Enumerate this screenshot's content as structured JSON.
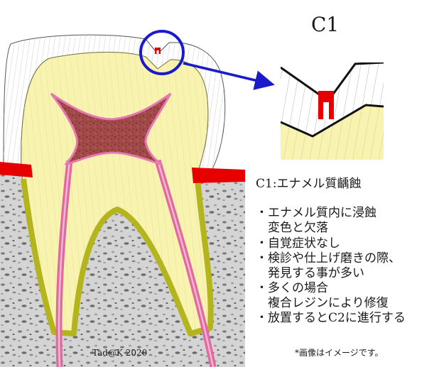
{
  "title": "C1",
  "heading": "C1:エナメル質齲蝕",
  "bullets": [
    "・エナメル質内に浸蝕",
    "　変色と欠落",
    "・自覚症状なし",
    "・検診や仕上げ磨きの際、",
    "　発見する事が多い",
    "・多くの場合",
    "　複合レジンにより修復",
    "・放置するとC2に進行する"
  ],
  "credit": "Tad@K 2020",
  "note": "*画像はイメージです。",
  "colors": {
    "gum": "#e60000",
    "enamel": "#ffffff",
    "dentin": "#f8f4b0",
    "cementum": "#b4b41e",
    "pulp": "#a24a4a",
    "canal": "#e06aa0",
    "bone": "#cfcfcf",
    "highlight": "#1a1acc",
    "cavity": "#e60000"
  }
}
